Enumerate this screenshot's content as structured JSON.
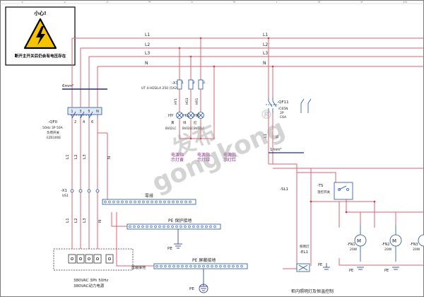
{
  "warning": {
    "title": "小心!",
    "text": "断开主开关后仍会有电压存在"
  },
  "top_ruler": {
    "labels": [
      "1",
      "2",
      "3",
      "4",
      "5",
      "6",
      "7",
      "8",
      "9",
      "10"
    ]
  },
  "buses": {
    "labels": [
      "L1",
      "L2",
      "L3",
      "N"
    ]
  },
  "main_switch": {
    "wire_size": "6mm²",
    "designator": "-QF0",
    "spec": "50Hz 3P 50A",
    "type": "负荷开关",
    "model": "EZ6100E",
    "term_top": [
      "1",
      "3",
      "5",
      "N"
    ],
    "term_bot": [
      "2",
      "4",
      "6"
    ]
  },
  "lamp_breaker": {
    "designator": "-X3",
    "spec": "UT 4-HESILA 250 (5X20)",
    "fuse_labels": [
      "1",
      "2",
      "3"
    ]
  },
  "lamp_labels": {
    "wires_top": [
      "HY1",
      "HG1",
      "HR1"
    ],
    "designators": [
      "HY",
      "HG",
      "HR"
    ],
    "colors": [
      "黄",
      "绿",
      "红"
    ],
    "models": [
      "BV02LC",
      "BV02LC",
      "BV02LC"
    ],
    "captions": [
      "电源指\n示灯黄",
      "电源指\n示灯绿",
      "电源指\n示灯红"
    ]
  },
  "lower_left": {
    "wire_labels": [
      "L1",
      "L2",
      "L3",
      "N"
    ],
    "x1_designator": "-X1",
    "x1_sub": "US1",
    "x1_terms": [
      "L1",
      "L2",
      "L3",
      "N"
    ],
    "zero_bar_label": "零排",
    "pe_bar_label": "PE  保护接地",
    "shield_label": "屏蔽接地",
    "shield_bar_label": "PE  屏蔽接地",
    "pe_text": "PE",
    "power_caption_1": "380VAC 3Ph 50Hz",
    "power_caption_2": "380VAC动力电源"
  },
  "right_section": {
    "breaker_designator": "-QF11",
    "breaker_spec": "iC65N",
    "breaker_poles": "2P",
    "breaker_rating": "C6A",
    "wire_size": "1mm²",
    "sl1": "-SL1",
    "ts": "-TS",
    "ts_desc": "温控开关",
    "fan_labels": [
      "-FN1",
      "-FN2",
      "-FN3"
    ],
    "fan_rating": "20W",
    "lamp_designator": "-EL1",
    "lamp_desc": "照明灯",
    "pe_text": "PE",
    "caption": "柜内照明灯及恒温控制"
  },
  "watermark": {
    "line1": "发布",
    "line2": "gongkong",
    "mark": "®"
  }
}
